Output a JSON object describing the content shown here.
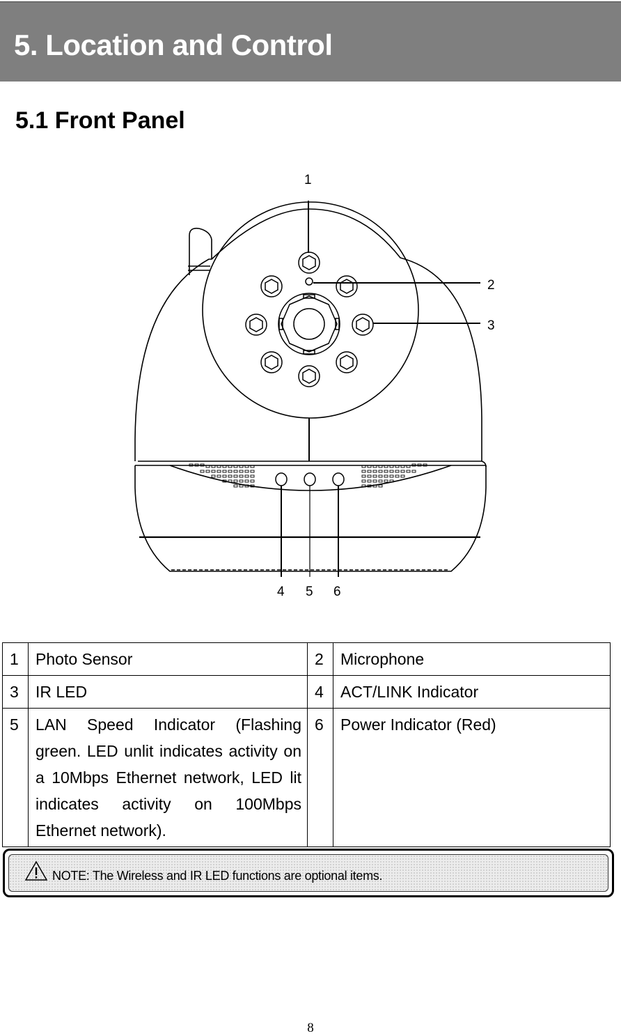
{
  "header": {
    "title": "5. Location and Control"
  },
  "section": {
    "title": "5.1 Front Panel"
  },
  "figure": {
    "callouts": [
      "1",
      "2",
      "3",
      "4",
      "5",
      "6"
    ]
  },
  "parts_table": {
    "rows": [
      {
        "num_a": "1",
        "label_a": "Photo Sensor",
        "num_b": "2",
        "label_b": "Microphone"
      },
      {
        "num_a": "3",
        "label_a": "IR LED",
        "num_b": "4",
        "label_b": "ACT/LINK Indicator"
      },
      {
        "num_a": "5",
        "label_a": "LAN Speed Indicator (Flashing green. LED unlit indicates activity on a 10Mbps Ethernet network, LED lit indicates activity on 100Mbps Ethernet network).",
        "num_b": "6",
        "label_b": "Power Indicator (Red)"
      }
    ]
  },
  "note": {
    "text": "NOTE: The Wireless and IR LED functions are optional items.",
    "icon": "warning-icon"
  },
  "footer": {
    "page_number": "8"
  }
}
